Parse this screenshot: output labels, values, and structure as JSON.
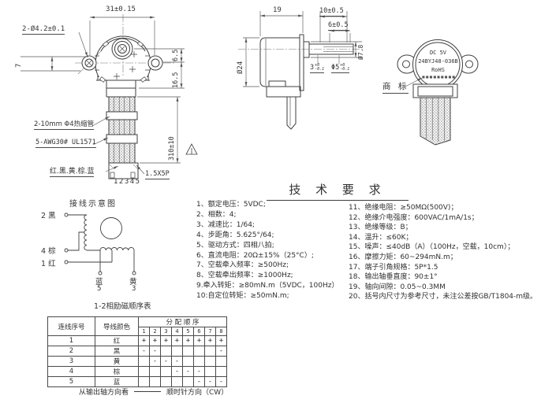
{
  "front": {
    "dim_width": "31±0.15",
    "dim_holes": "2-Ø4.2±0.1",
    "dim_offset": "7",
    "dim_upper": "6.5",
    "dim_lower": "16.5",
    "dim_wire_len": "310±10",
    "label_heatshrink": "2-10mm Φ4热缩管",
    "label_wire": "5-AWG30# UL1571",
    "label_wire_colors": "红.黑.黄.棕.蓝",
    "label_pin_numbers": "12345",
    "label_connector": "1.5X5P"
  },
  "side": {
    "dim_depth": "19",
    "dim_shaft_len": "10±0.5",
    "dim_flat_len": "6±0.5",
    "dim_body_dia": "Ø24",
    "dim_bush_dia": "Ø7.8",
    "tol_flat": {
      "v": "3",
      "sup": "+0",
      "sub": "-0.1"
    },
    "tol_shaft": {
      "v": "Φ5",
      "sup": "+0",
      "sub": "-0.1"
    }
  },
  "back": {
    "nameplate_line1": "DC 5V",
    "nameplate_line2": "24BYJ48-036B",
    "nameplate_line3": "RoHS",
    "nameplate_micro": "■■■■■■■■■",
    "label_trademark": "商 标"
  },
  "tech": {
    "title": "技 术 要 求",
    "left": [
      "1、额定电压：5VDC;",
      "2、相数：4;",
      "3、减速比：1/64;",
      "4、步距角：5.625°/64;",
      "5、驱动方式：四相八拍;",
      "6、直流电阻：20Ω±15%（25°C）;",
      "7、空载牵入频率：≥500Hz;",
      "8、空载牵出频率：≥1000Hz;",
      "9.牵入转矩：≥80mN.m（5VDC，100Hz）",
      "10:自定位转矩：≥50mN.m;"
    ],
    "right": [
      "11、绝缘电阻：≥50MΩ(500V)；",
      "12、绝缘介电强度：600VAC/1mA/1s；",
      "13、绝缘等级：B；",
      "14、温升：≤60K；",
      "15、噪声：≤40dB（A）（100Hz，空载，10cm）；",
      "16、摩擦力矩：60~294mN.m；",
      "17、端子引角规格：5P*1.5",
      "18、输出轴垂直度：90±1°",
      "19、轴向间隙：0.05~0.3MM",
      "20、括号内尺寸为参考尺寸，未注公差按GB/T1804-m级。"
    ]
  },
  "wiring": {
    "title": "接线示意图",
    "terminal_2": "2 黑",
    "terminal_4": "4 棕",
    "terminal_1": "1 红",
    "terminal_5_color": "蓝",
    "terminal_5_num": "5",
    "terminal_3_color": "黄",
    "terminal_3_num": "3",
    "seq_title": "1-2相励磁顺序表"
  },
  "table": {
    "header_wire_no": "连线序号",
    "header_wire_color": "导线颜色",
    "header_sequence": "分 配 顺 序",
    "steps": [
      "1",
      "2",
      "3",
      "4",
      "5",
      "6",
      "7",
      "8"
    ],
    "rows": [
      {
        "num": "1",
        "color": "红",
        "cells": [
          "+",
          "+",
          "+",
          "+",
          "+",
          "+",
          "+",
          "+"
        ]
      },
      {
        "num": "2",
        "color": "黑",
        "cells": [
          "-",
          "-",
          "",
          "",
          "",
          "",
          "",
          "-"
        ]
      },
      {
        "num": "3",
        "color": "黄",
        "cells": [
          "",
          "-",
          "-",
          "-",
          "",
          "",
          "",
          ""
        ]
      },
      {
        "num": "4",
        "color": "棕",
        "cells": [
          "",
          "",
          "",
          "-",
          "-",
          "-",
          "",
          ""
        ]
      },
      {
        "num": "5",
        "color": "蓝",
        "cells": [
          "",
          "",
          "",
          "",
          "",
          "-",
          "-",
          "-"
        ]
      }
    ],
    "footer_left": "从输出轴方向看",
    "footer_right": "顺时针方向（CW）"
  }
}
